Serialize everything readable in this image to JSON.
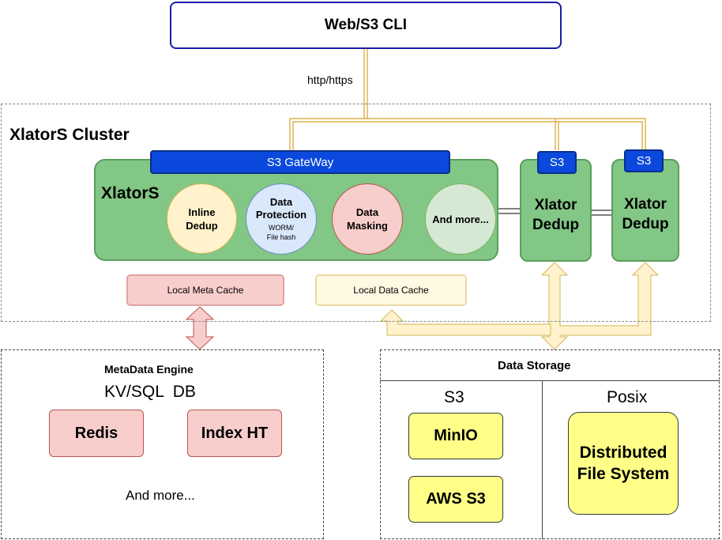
{
  "client": {
    "label": "Web/S3 CLI"
  },
  "protocol": {
    "label": "http/https"
  },
  "cluster": {
    "title": "XlatorS Cluster",
    "gateway": "S3 GateWay",
    "main_name": "XlatorS",
    "modules": [
      {
        "title": "Inline\nDedup",
        "sub": ""
      },
      {
        "title": "Data\nProtection",
        "sub": "WORM/\nFile hash"
      },
      {
        "title": "Data\nMasking",
        "sub": ""
      },
      {
        "title": "And more...",
        "sub": ""
      }
    ],
    "dedup_nodes": [
      {
        "badge": "S3",
        "name": "Xlator\nDedup"
      },
      {
        "badge": "S3",
        "name": "Xlator\nDedup"
      }
    ],
    "local_meta_cache": "Local Meta Cache",
    "local_data_cache": "Local Data Cache"
  },
  "metadata_engine": {
    "title": "MetaData Engine",
    "subtitle": "KV/SQL  DB",
    "items": [
      "Redis",
      "Index HT"
    ],
    "more": "And more..."
  },
  "data_storage": {
    "title": "Data Storage",
    "s3": {
      "header": "S3",
      "items": [
        "MinIO",
        "AWS S3"
      ]
    },
    "posix": {
      "header": "Posix",
      "items": [
        "Distributed\nFile System"
      ]
    }
  },
  "colors": {
    "cluster_green": "#82c785",
    "green_border": "#5a9e5c",
    "gateway_blue": "#0a49dc",
    "client_border": "#1c1ca8",
    "yellow": "#ffff88",
    "pink": "#f8cecc",
    "cream": "#fff2cc"
  }
}
